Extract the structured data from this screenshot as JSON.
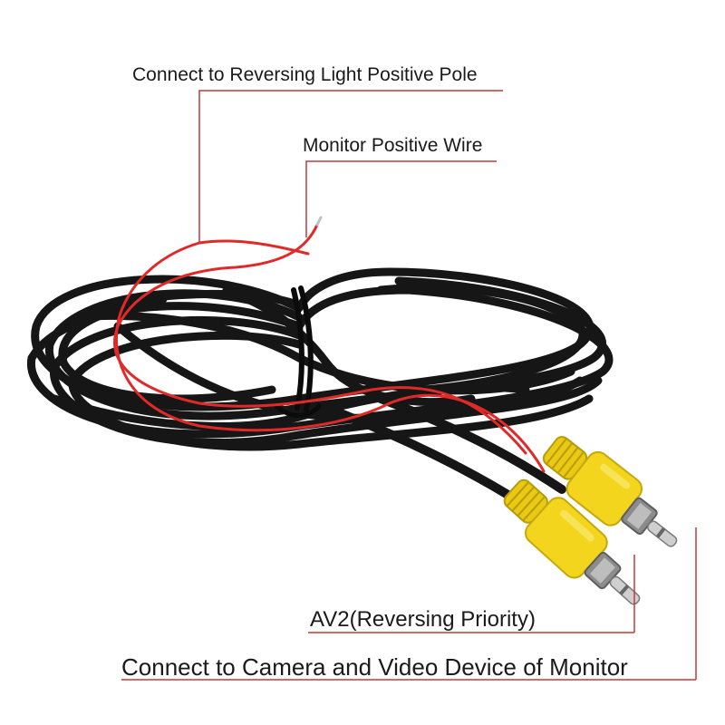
{
  "labels": {
    "reversing_light": "Connect to Reversing Light Positive Pole",
    "monitor_positive": "Monitor Positive Wire",
    "av2": "AV2(Reversing Priority)",
    "camera_video": "Connect to Camera and Video Device of Monitor"
  },
  "colors": {
    "cable": "#161616",
    "red_wire": "#e02a2a",
    "connector": "#f2d51c",
    "leader_line": "#c23a3a",
    "text": "#1a1a1a"
  }
}
